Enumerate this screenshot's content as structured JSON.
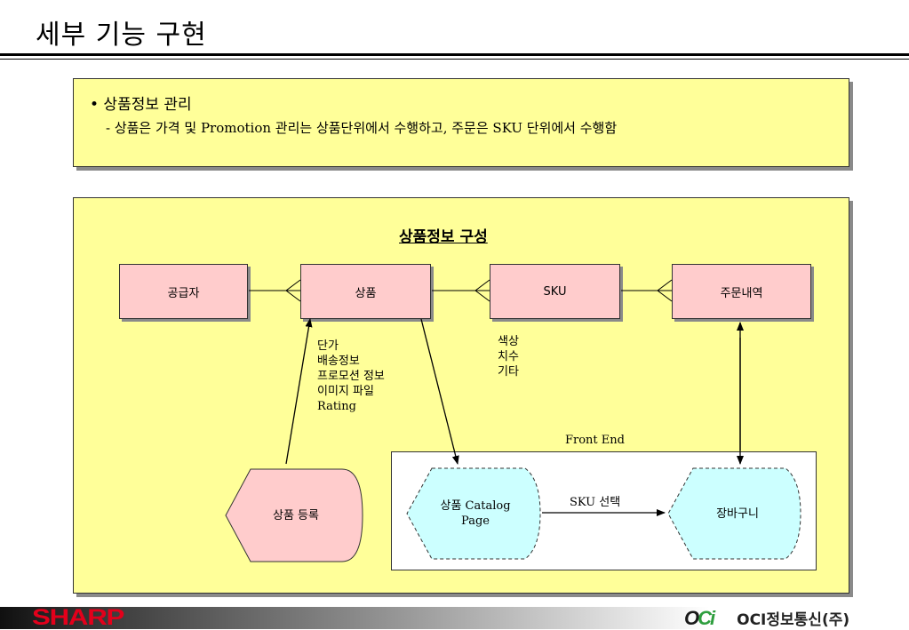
{
  "page": {
    "title": "세부 기능 구현"
  },
  "info": {
    "bullet": "• 상품정보 관리",
    "detail": "- 상품은 가격 및 Promotion 관리는 상품단위에서 수행하고, 주문은 SKU 단위에서 수행함"
  },
  "diagram": {
    "title": "상품정보 구성",
    "nodes": {
      "supplier": "공급자",
      "product": "상품",
      "sku": "SKU",
      "order": "주문내역"
    },
    "product_attributes": [
      "단가",
      "배송정보",
      "프로모션 정보",
      "이미지 파일",
      "Rating"
    ],
    "sku_attributes": [
      "색상",
      "치수",
      "기타"
    ],
    "front_end": {
      "label": "Front End",
      "catalog_line1": "상품 Catalog",
      "catalog_line2": "Page",
      "cart": "장바구니",
      "sku_select": "SKU 선택"
    },
    "registration": "상품 등록",
    "colors": {
      "panel_fill": "#ffff99",
      "entity_fill": "#ffcccc",
      "front_end_fill": "#ccffff"
    }
  },
  "footer": {
    "left_logo": "SHARP",
    "right_logo_mark_1": "O",
    "right_logo_mark_2": "Ci",
    "right_logo_name": "OCI정보통신(주)"
  }
}
